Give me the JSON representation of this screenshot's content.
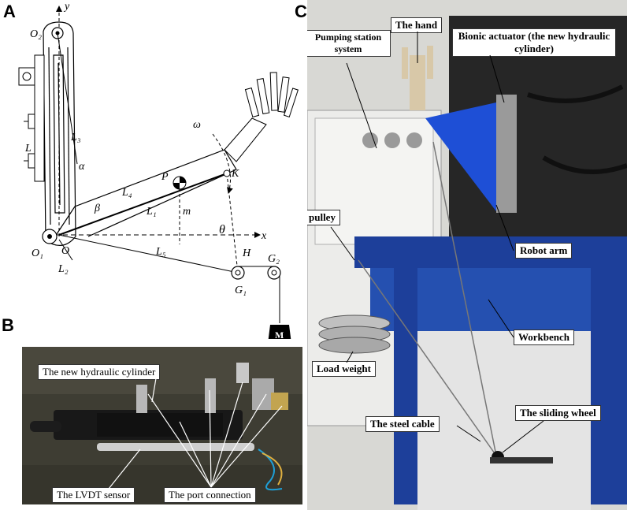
{
  "panels": {
    "a": {
      "letter": "A"
    },
    "b": {
      "letter": "B"
    },
    "c": {
      "letter": "C"
    }
  },
  "diagram_labels": {
    "y_axis": "y",
    "x_axis": "x",
    "o2": "O₂",
    "o1": "O₁",
    "o": "O",
    "l": "L",
    "l1": "L₁",
    "l2": "L₂",
    "l3": "L₃",
    "l4": "L₄",
    "l5": "L₅",
    "alpha": "α",
    "beta": "β",
    "theta": "θ",
    "omega": "ω",
    "m": "m",
    "p": "P",
    "k": "K",
    "h": "H",
    "g1": "G₁",
    "g2": "G₂",
    "mass": "M"
  },
  "panel_b_labels": {
    "cylinder": "The new hydraulic cylinder",
    "lvdt": "The LVDT sensor",
    "port": "The port connection"
  },
  "panel_c_labels": {
    "pumping": "Pumping station system",
    "hand": "The hand",
    "bionic": "Bionic actuator (the new hydraulic cylinder)",
    "pulley": "pulley",
    "robot_arm": "Robot arm",
    "workbench": "Workbench",
    "load_weight": "Load weight",
    "steel_cable": "The steel cable",
    "sliding_wheel": "The sliding wheel"
  }
}
